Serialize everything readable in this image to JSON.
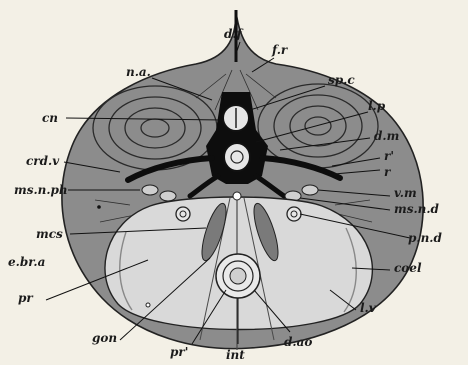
{
  "labels": {
    "df": "d.f",
    "fr": "f.r",
    "na": "n.a.",
    "spc": "sp.c",
    "cn": "cn",
    "lp": "l.p",
    "dm": "d.m",
    "crdv": "crd.v",
    "r_prime": "r'",
    "r": "r",
    "msnph": "ms.n.ph",
    "vm": "v.m",
    "msnd": "ms.n.d",
    "mcs": "mcs",
    "pnd": "p.n.d",
    "ebra": "e.br.a",
    "coel": "coel",
    "pr": "pr",
    "lv": "l.v",
    "gon": "gon",
    "pr_prime": "pr'",
    "int": "int",
    "dao": "d.ao"
  },
  "colors": {
    "background": "#f3f0e6",
    "body_fill": "#8c8c8c",
    "cavity_fill": "#d9d9d9",
    "ink": "#111111"
  }
}
